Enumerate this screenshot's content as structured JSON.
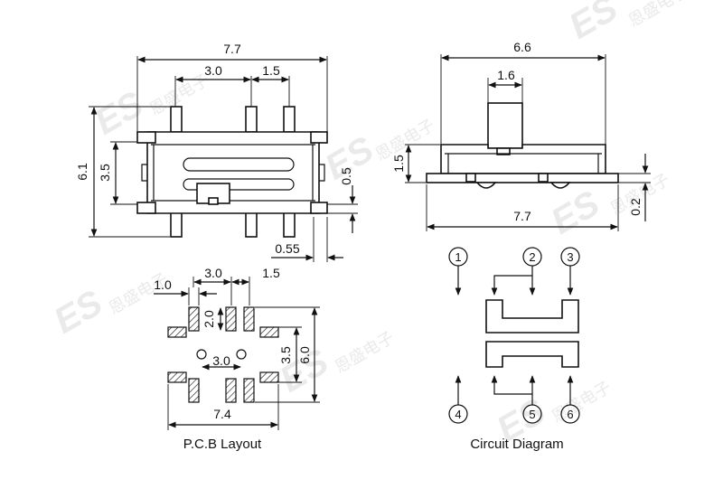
{
  "watermark": {
    "logo": "ES",
    "text": "恩盛电子"
  },
  "top_view": {
    "width_label": "7.7",
    "pitch_label": "3.0",
    "pin_pitch_label": "1.5",
    "height_label": "6.1",
    "row_spacing_label": "3.5",
    "pin_width_label": "0.5",
    "pin_offset_label": "0.55"
  },
  "side_view": {
    "actuator_width_label": "1.6",
    "body_width_label": "6.6",
    "actuator_height_label": "1.5",
    "standoff_label": "0.2",
    "overall_width_label": "7.7"
  },
  "pcb_layout": {
    "caption": "P.C.B Layout",
    "pad_width_label": "1.0",
    "pitch_label": "3.0",
    "pin_pitch_label": "1.5",
    "pad_height_label": "2.0",
    "row_spacing_label": "3.5",
    "overall_height_label": "6.0",
    "hole_spacing_label": "3.0",
    "overall_width_label": "7.4"
  },
  "circuit_diagram": {
    "caption": "Circuit Diagram",
    "pins": [
      "1",
      "2",
      "3",
      "4",
      "5",
      "6"
    ]
  }
}
